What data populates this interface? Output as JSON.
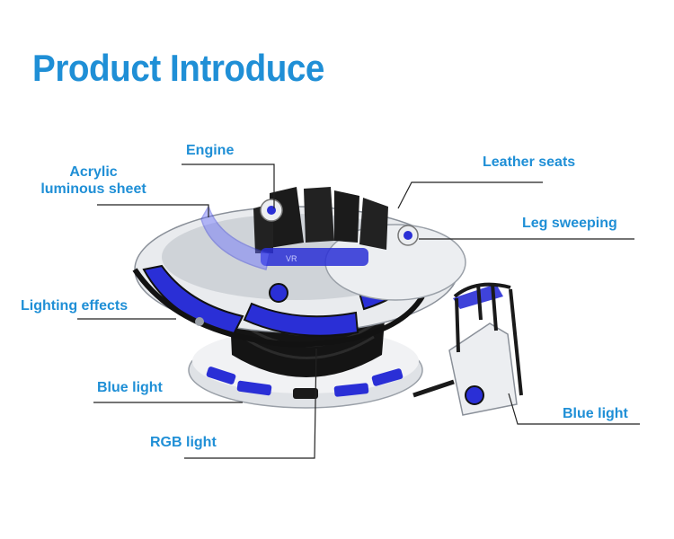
{
  "title": "Product Introduce",
  "labels": {
    "engine": "Engine",
    "acrylic_line1": "Acrylic",
    "acrylic_line2": "luminous sheet",
    "leather_seats": "Leather seats",
    "leg_sweeping": "Leg sweeping",
    "lighting_effects": "Lighting effects",
    "blue_light_left": "Blue light",
    "rgb_light": "RGB light",
    "blue_light_right": "Blue light"
  },
  "seat_text": "VR",
  "colors": {
    "accent_text": "#1f8fd6",
    "machine_blue": "#2a2fd6",
    "machine_black": "#151515",
    "machine_white": "#e9ebee",
    "leader_line": "#222222"
  }
}
